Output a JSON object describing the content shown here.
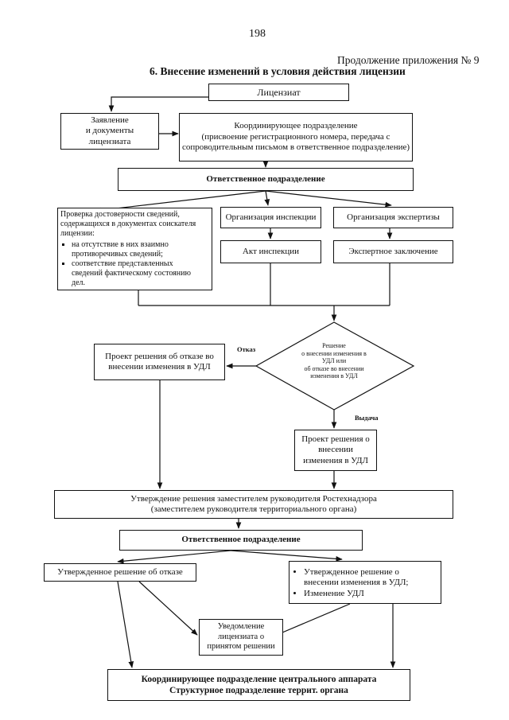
{
  "page_number": "198",
  "continuation": "Продолжение приложения № 9",
  "section_title": "6. Внесение изменений в условия действия лицензии",
  "licensee": "Лицензиат",
  "application": [
    "Заявление",
    "и документы",
    "лицензиата"
  ],
  "coordinating_unit": [
    "Координирующее подразделение",
    "(присвоение регистрационного номера, передача с",
    "сопроводительным письмом в ответственное подразделение)"
  ],
  "responsible_unit": "Ответственное подразделение",
  "verification": {
    "text": [
      "Проверка достоверности сведений,",
      "содержащихся в документах  соискателя",
      "лицензии:"
    ],
    "bullets": [
      "на отсутствие в них взаимно противоречивых сведений;",
      "соответствие представленных сведений фактическому состоянию дел."
    ]
  },
  "inspection_org": "Организация инспекции",
  "expertise_org": "Организация экспертизы",
  "inspection_act": "Акт инспекции",
  "expert_conclusion": "Экспертное заключение",
  "refusal_label": "Отказ",
  "issue_label": "Выдача",
  "decision": [
    "Решение",
    "о внесении изменения в",
    "УДЛ или",
    "об отказе во внесении",
    "изменения в УДЛ"
  ],
  "refusal_draft": [
    "Проект решения об отказе во",
    "внесении изменения в УДЛ"
  ],
  "change_draft": [
    "Проект решения о",
    "внесении",
    "изменения в УДЛ"
  ],
  "approval": [
    "Утверждение решения заместителем руководителя Ростехнадзора",
    "(заместителем руководителя территориального органа)"
  ],
  "responsible_unit_2": "Ответственное подразделение",
  "approved_refusal": "Утвержденное решение об отказе",
  "approved_changes": [
    "Утвержденное решение о внесении изменения в УДЛ;",
    "Изменение УДЛ"
  ],
  "notification": [
    "Уведомление",
    "лицензиата о",
    "принятом решении"
  ],
  "final": [
    "Координирующее подразделение центрального аппарата",
    "Структурное подразделение террит. органа"
  ]
}
